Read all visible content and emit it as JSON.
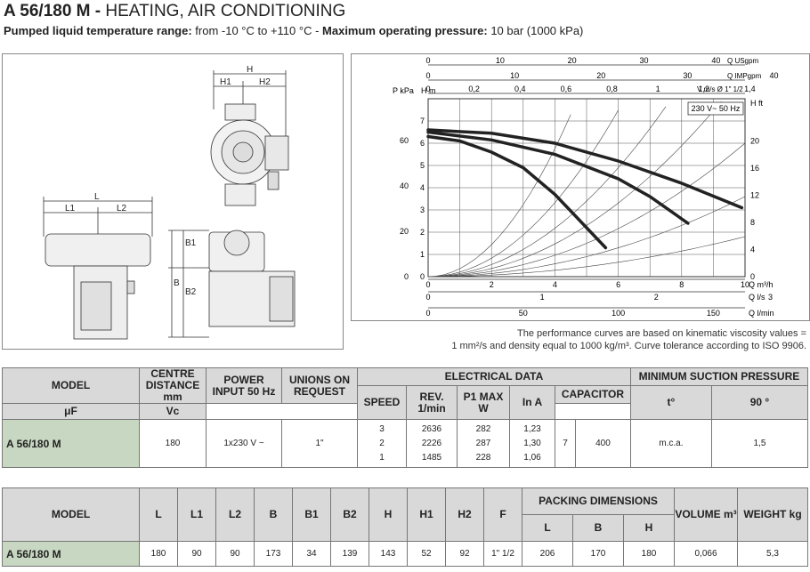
{
  "header": {
    "model_code": "A 56/180 M -",
    "category": "HEATING, AIR CONDITIONING",
    "range_label": "Pumped liquid temperature range:",
    "range_value": "from -10 °C to +110 °C -",
    "pressure_label": "Maximum operating pressure:",
    "pressure_value": "10 bar (1000 kPa)"
  },
  "drawing": {
    "dim_H": "H",
    "dim_H1": "H1",
    "dim_H2": "H2",
    "dim_L": "L",
    "dim_L1": "L1",
    "dim_L2": "L2",
    "dim_B": "B",
    "dim_B1": "B1",
    "dim_B2": "B2"
  },
  "chart_data": {
    "type": "line",
    "title": "",
    "box_label": "230 V~ 50 Hz",
    "x_axes": [
      {
        "label": "Q m³/h",
        "range": [
          0,
          10
        ],
        "ticks": [
          "0",
          "2",
          "4",
          "6",
          "8",
          "10"
        ]
      },
      {
        "label": "Q l/s",
        "range": [
          0,
          2.78
        ],
        "ticks": [
          "0",
          "1",
          "2",
          "3"
        ]
      },
      {
        "label": "Q l/min",
        "range": [
          0,
          166.7
        ],
        "ticks": [
          "0",
          "50",
          "100",
          "150"
        ]
      },
      {
        "label": "Q USgpm",
        "range": [
          0,
          44
        ],
        "ticks": [
          "0",
          "10",
          "20",
          "30",
          "40"
        ]
      },
      {
        "label": "Q IMPgpm",
        "range": [
          0,
          36.7
        ],
        "ticks": [
          "0",
          "10",
          "20",
          "30",
          "40"
        ]
      },
      {
        "label": "V m/s Ø 1\" 1/2",
        "ticks": [
          "0",
          "0,2",
          "0,4",
          "0,6",
          "0,8",
          "1",
          "1,2",
          "1,4"
        ]
      }
    ],
    "y_axes": [
      {
        "label": "H m",
        "range": [
          0,
          8
        ],
        "ticks": [
          "0",
          "1",
          "2",
          "3",
          "4",
          "5",
          "6",
          "7"
        ]
      },
      {
        "label": "P kPa",
        "ticks": [
          "0",
          "20",
          "40",
          "60"
        ]
      },
      {
        "label": "H ft",
        "ticks": [
          "0",
          "4",
          "8",
          "12",
          "16",
          "20"
        ]
      }
    ],
    "series": [
      {
        "x": [
          0,
          1,
          2,
          3,
          4,
          5,
          5.6
        ],
        "y": [
          6.3,
          6.1,
          5.6,
          4.9,
          3.7,
          2.2,
          1.3
        ]
      },
      {
        "x": [
          0,
          2,
          4,
          6,
          7,
          8.2
        ],
        "y": [
          6.5,
          6.15,
          5.5,
          4.4,
          3.6,
          2.4
        ]
      },
      {
        "x": [
          0,
          2,
          4,
          6,
          8,
          9.9
        ],
        "y": [
          6.6,
          6.45,
          6.0,
          5.2,
          4.2,
          3.1
        ]
      }
    ],
    "grid": true
  },
  "note": {
    "line1": "The performance curves are based on kinematic viscosity values =",
    "line2": "1 mm²/s and density equal to 1000 kg/m³. Curve tolerance according to ISO 9906."
  },
  "table1": {
    "h_model": "MODEL",
    "h_centre": "CENTRE DISTANCE mm",
    "h_power": "POWER INPUT 50 Hz",
    "h_unions": "UNIONS ON REQUEST",
    "h_electrical": "ELECTRICAL DATA",
    "h_min_suction": "MINIMUM SUCTION PRESSURE",
    "h_speed": "SPEED",
    "h_rev": "REV. 1/min",
    "h_p1": "P1 MAX W",
    "h_in": "In A",
    "h_capacitor": "CAPACITOR",
    "h_uf": "μF",
    "h_vc": "Vc",
    "h_t": "t°",
    "h_90": "90 °",
    "model": "A 56/180 M",
    "centre": "180",
    "power": "1x230 V ~",
    "unions": "1\"",
    "speed": [
      "3",
      "2",
      "1"
    ],
    "rev": [
      "2636",
      "2226",
      "1485"
    ],
    "p1": [
      "282",
      "287",
      "228"
    ],
    "in": [
      "1,23",
      "1,30",
      "1,06"
    ],
    "uf": "7",
    "vc": "400",
    "t_unit": "m.c.a.",
    "suction": "1,5"
  },
  "table2": {
    "h_model": "MODEL",
    "h_L": "L",
    "h_L1": "L1",
    "h_L2": "L2",
    "h_B": "B",
    "h_B1": "B1",
    "h_B2": "B2",
    "h_H": "H",
    "h_H1": "H1",
    "h_H2": "H2",
    "h_F": "F",
    "h_packing": "PACKING DIMENSIONS",
    "h_pL": "L",
    "h_pB": "B",
    "h_pH": "H",
    "h_volume": "VOLUME m³",
    "h_weight": "WEIGHT kg",
    "model": "A 56/180 M",
    "L": "180",
    "L1": "90",
    "L2": "90",
    "B": "173",
    "B1": "34",
    "B2": "139",
    "H": "143",
    "H1": "52",
    "H2": "92",
    "F": "1\" 1/2",
    "pL": "206",
    "pB": "170",
    "pH": "180",
    "volume": "0,066",
    "weight": "5,3"
  }
}
